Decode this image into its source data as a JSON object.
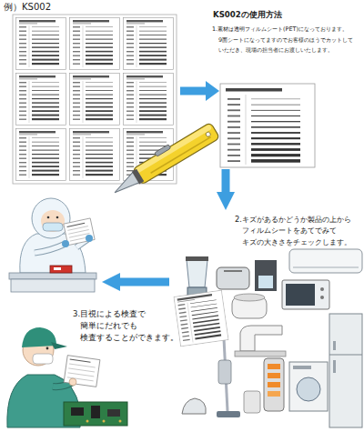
{
  "diagram": {
    "title": "KS002の使用方法",
    "nodes": [
      {
        "text": [
          "1.素材は透明フィルムシート(PET)になっております。 9面シートになってますのでお客様のほうでカットして いただき、現場の担当者にお渡しいたします。"
        ]
      },
      {
        "text": [
          "2.キズがあるかどうか製品の上から フィルムシートをあてでみて キズの大きさをチェックします。"
        ]
      },
      {
        "text": [
          "3.目視による検査で 簡単にだれでも 検査することができます。"
        ]
      }
    ],
    "edges": [
      {
        "from": 0,
        "to": 1,
        "arrow": "to"
      },
      {
        "from": 1,
        "to": 2,
        "arrow": "to"
      }
    ],
    "labels": [
      "例）KS002"
    ]
  }
}
